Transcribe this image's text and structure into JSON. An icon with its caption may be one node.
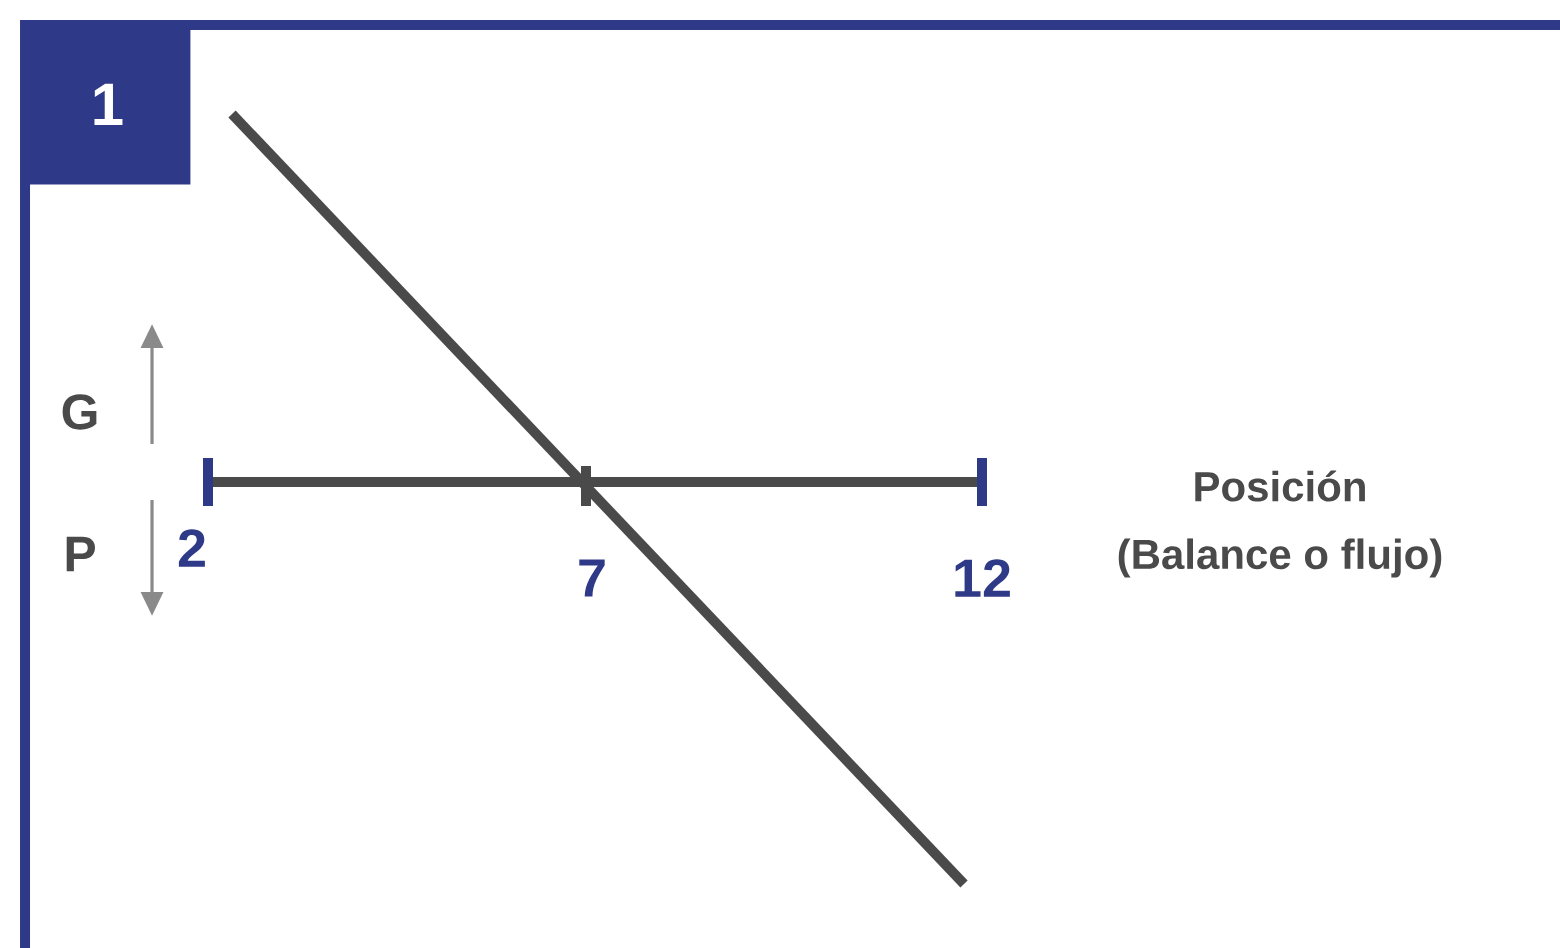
{
  "diagram": {
    "nodes": [
      {
        "text": [
          "1"
        ]
      }
    ],
    "labels": [
      "G",
      "P",
      "2",
      "7",
      "12",
      "Posición",
      "(Balance o flujo)"
    ]
  }
}
